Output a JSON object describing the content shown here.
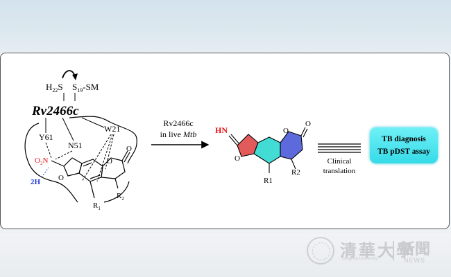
{
  "scheme": {
    "left": {
      "h22s": "H22S",
      "s19sm": "S19-SM",
      "enzyme": "Rv2466c",
      "y61": "Y61",
      "n51": "N51",
      "w21": "W21",
      "nitro": "O2N",
      "h2": "2H",
      "o_furan": "O",
      "o_lactone": "O",
      "o_carbonyl": "O",
      "r1": "R1",
      "r2": "R2"
    },
    "arrow": {
      "line1": "Rv2466c",
      "line2_prefix": "in live ",
      "line2_italic": "Mtb"
    },
    "product": {
      "hn": "HN",
      "o_ring": "O",
      "o_lactone": "O",
      "o_carbonyl": "O",
      "r1": "R1",
      "r2": "R2"
    },
    "translation": {
      "line1": "Clinical",
      "line2": "translation"
    },
    "applications": [
      "TB diagnosis",
      "TB pDST assay"
    ]
  },
  "watermark": {
    "chinese": "清華大學",
    "english": "Tsinghua University",
    "news_cn": "新聞",
    "news_en": "NEWS"
  },
  "colors": {
    "red": "#e8141b",
    "blue": "#1f3ad6",
    "furan_fill": "#e04848",
    "benzene_fill": "#2fd8d0",
    "pyranone_fill": "#4a5ad8",
    "badge": "#4fe6f0"
  }
}
